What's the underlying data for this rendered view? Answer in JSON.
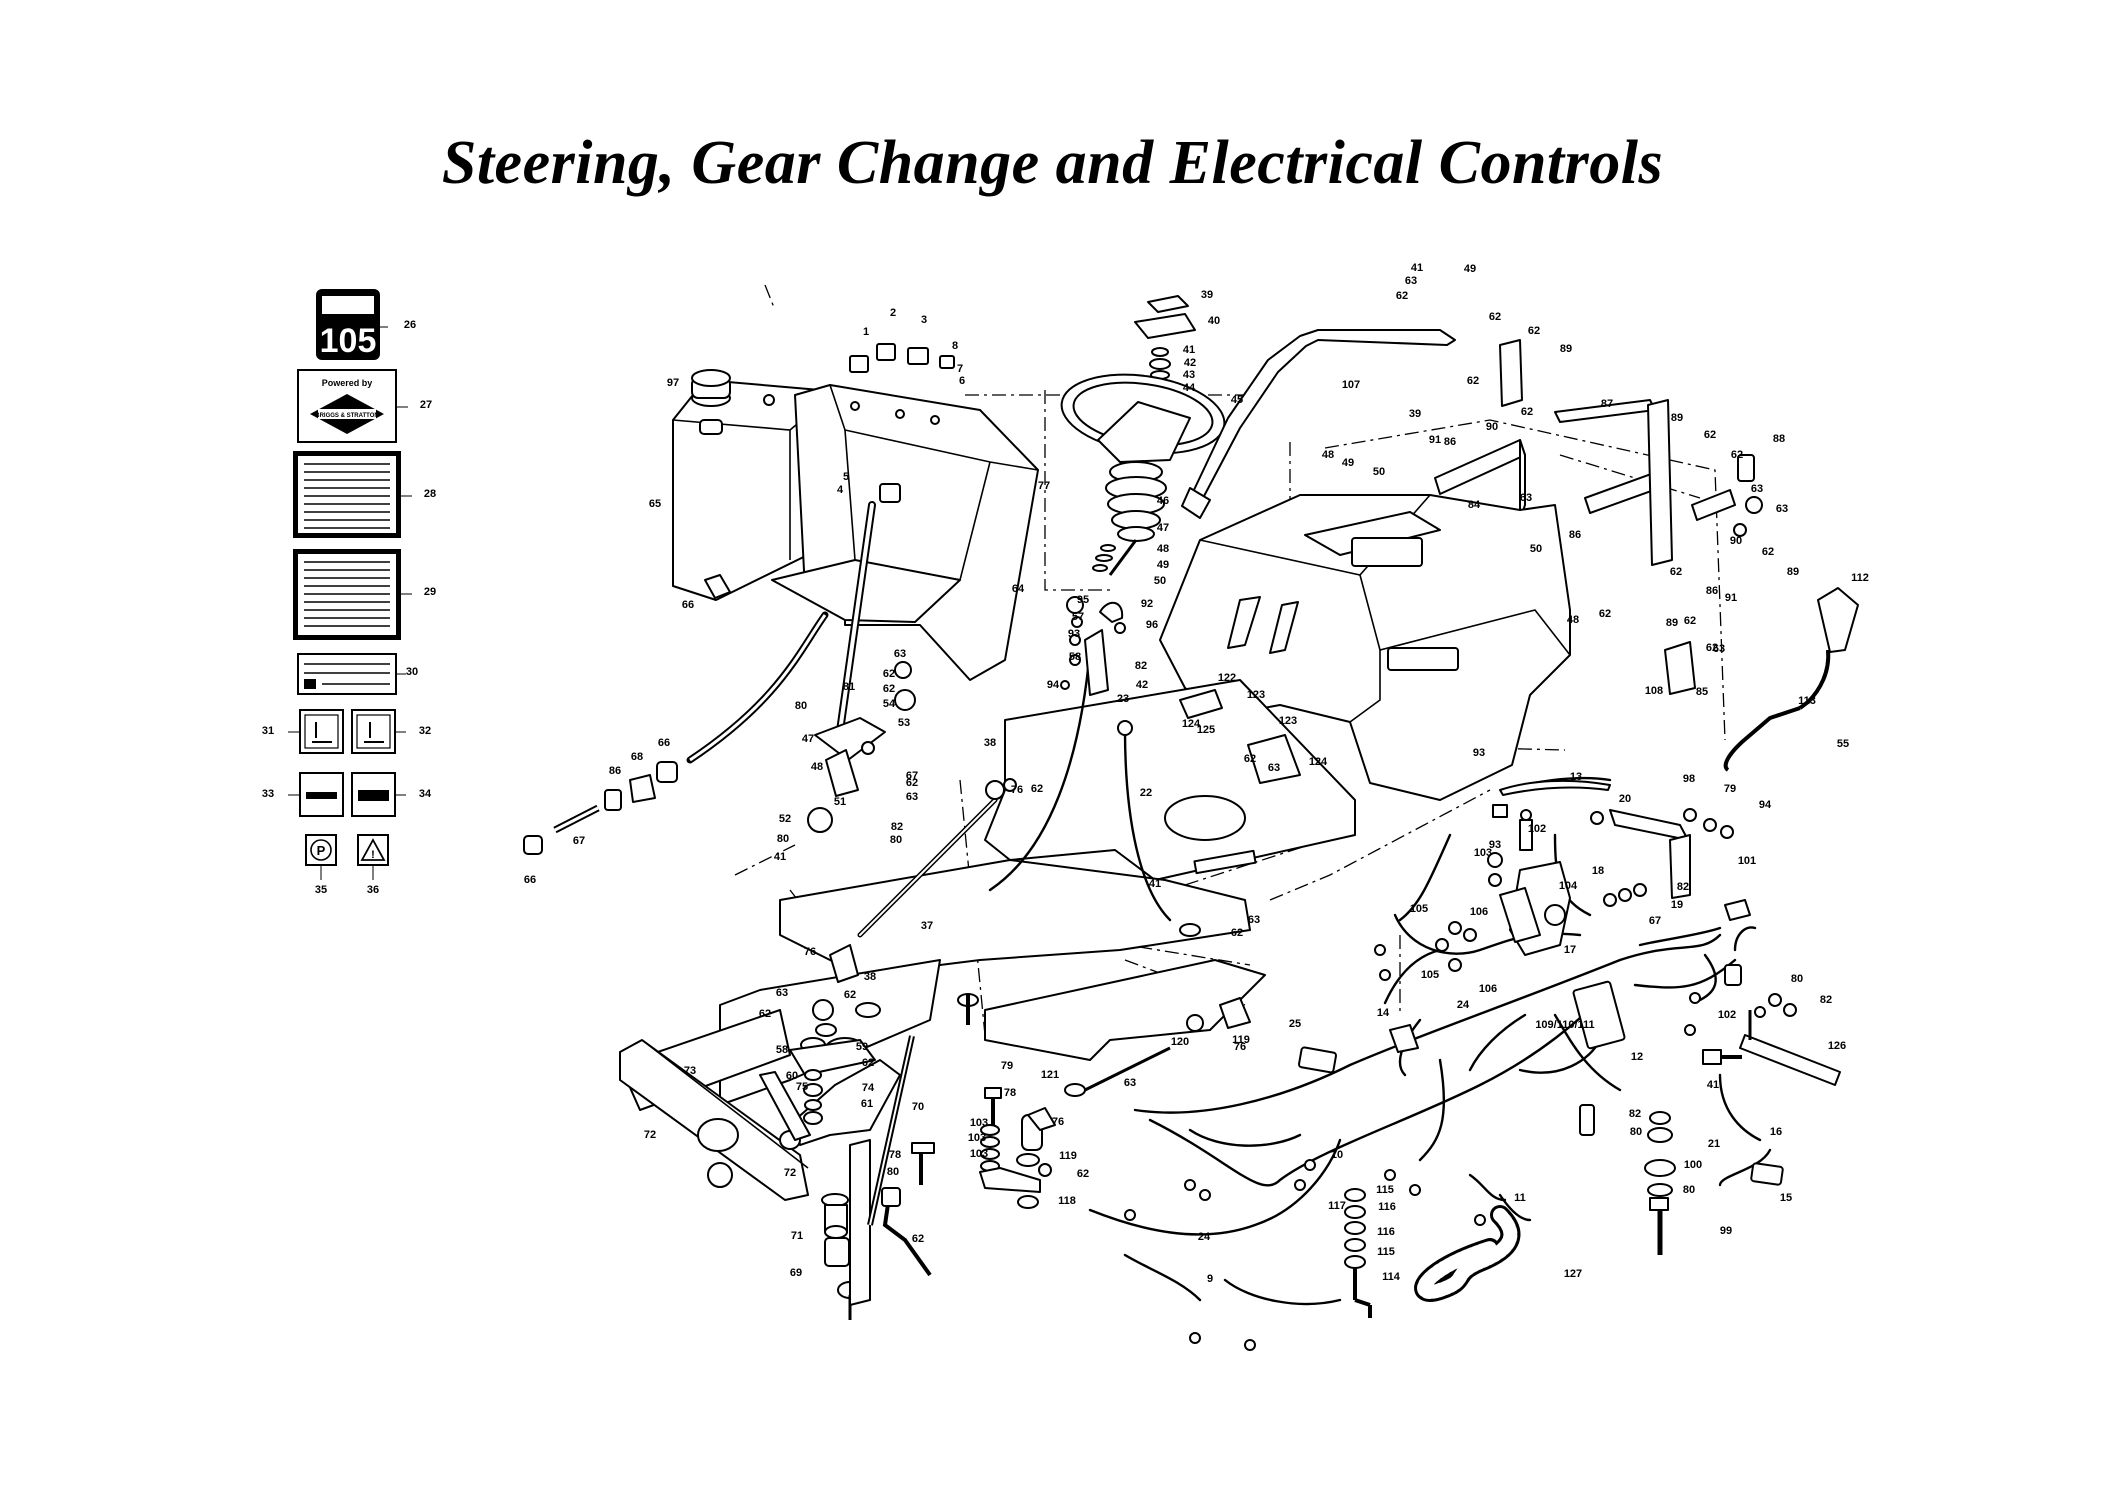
{
  "title": "Steering, Gear Change and Electrical Controls",
  "decals": {
    "model_badge": "105",
    "powered_by": "Powered by",
    "engine_brand": "BRIGGS & STRATTON",
    "parking_brake_symbol": "P",
    "warning_symbol": "!"
  },
  "callouts": [
    {
      "text": "26"
    },
    {
      "text": "27"
    },
    {
      "text": "28"
    },
    {
      "text": "29"
    },
    {
      "text": "30"
    },
    {
      "text": "31"
    },
    {
      "text": "32"
    },
    {
      "text": "33"
    },
    {
      "text": "34"
    },
    {
      "text": "35"
    },
    {
      "text": "36"
    },
    {
      "text": "1"
    },
    {
      "text": "2"
    },
    {
      "text": "3"
    },
    {
      "text": "8"
    },
    {
      "text": "7"
    },
    {
      "text": "6"
    },
    {
      "text": "97"
    },
    {
      "text": "65"
    },
    {
      "text": "5"
    },
    {
      "text": "4"
    },
    {
      "text": "64"
    },
    {
      "text": "66"
    },
    {
      "text": "39"
    },
    {
      "text": "40"
    },
    {
      "text": "41"
    },
    {
      "text": "42"
    },
    {
      "text": "43"
    },
    {
      "text": "44"
    },
    {
      "text": "45"
    },
    {
      "text": "46"
    },
    {
      "text": "47"
    },
    {
      "text": "48"
    },
    {
      "text": "49"
    },
    {
      "text": "50"
    },
    {
      "text": "41"
    },
    {
      "text": "49"
    },
    {
      "text": "63"
    },
    {
      "text": "62"
    },
    {
      "text": "107"
    },
    {
      "text": "62"
    },
    {
      "text": "62"
    },
    {
      "text": "89"
    },
    {
      "text": "39"
    },
    {
      "text": "62"
    },
    {
      "text": "91"
    },
    {
      "text": "86"
    },
    {
      "text": "90"
    },
    {
      "text": "62"
    },
    {
      "text": "87"
    },
    {
      "text": "89"
    },
    {
      "text": "62"
    },
    {
      "text": "88"
    },
    {
      "text": "62"
    },
    {
      "text": "63"
    },
    {
      "text": "63"
    },
    {
      "text": "90"
    },
    {
      "text": "62"
    },
    {
      "text": "62"
    },
    {
      "text": "86"
    },
    {
      "text": "91"
    },
    {
      "text": "89"
    },
    {
      "text": "112"
    },
    {
      "text": "77"
    },
    {
      "text": "48"
    },
    {
      "text": "49"
    },
    {
      "text": "50"
    },
    {
      "text": "84"
    },
    {
      "text": "63"
    },
    {
      "text": "50"
    },
    {
      "text": "86"
    },
    {
      "text": "48"
    },
    {
      "text": "62"
    },
    {
      "text": "89"
    },
    {
      "text": "62"
    },
    {
      "text": "63"
    },
    {
      "text": "62"
    },
    {
      "text": "108"
    },
    {
      "text": "85"
    },
    {
      "text": "113"
    },
    {
      "text": "95"
    },
    {
      "text": "92"
    },
    {
      "text": "57"
    },
    {
      "text": "96"
    },
    {
      "text": "93"
    },
    {
      "text": "58"
    },
    {
      "text": "94"
    },
    {
      "text": "23"
    },
    {
      "text": "82"
    },
    {
      "text": "42"
    },
    {
      "text": "122"
    },
    {
      "text": "123"
    },
    {
      "text": "123"
    },
    {
      "text": "124"
    },
    {
      "text": "125"
    },
    {
      "text": "62"
    },
    {
      "text": "63"
    },
    {
      "text": "124"
    },
    {
      "text": "93"
    },
    {
      "text": "55"
    },
    {
      "text": "63"
    },
    {
      "text": "62"
    },
    {
      "text": "62"
    },
    {
      "text": "81"
    },
    {
      "text": "54"
    },
    {
      "text": "80"
    },
    {
      "text": "53"
    },
    {
      "text": "67"
    },
    {
      "text": "47"
    },
    {
      "text": "48"
    },
    {
      "text": "62"
    },
    {
      "text": "63"
    },
    {
      "text": "51"
    },
    {
      "text": "52"
    },
    {
      "text": "82"
    },
    {
      "text": "80"
    },
    {
      "text": "80"
    },
    {
      "text": "41"
    },
    {
      "text": "38"
    },
    {
      "text": "76"
    },
    {
      "text": "62"
    },
    {
      "text": "22"
    },
    {
      "text": "66"
    },
    {
      "text": "68"
    },
    {
      "text": "86"
    },
    {
      "text": "67"
    },
    {
      "text": "66"
    },
    {
      "text": "37"
    },
    {
      "text": "41"
    },
    {
      "text": "63"
    },
    {
      "text": "62"
    },
    {
      "text": "76"
    },
    {
      "text": "38"
    },
    {
      "text": "63"
    },
    {
      "text": "62"
    },
    {
      "text": "62"
    },
    {
      "text": "59"
    },
    {
      "text": "58"
    },
    {
      "text": "62"
    },
    {
      "text": "60"
    },
    {
      "text": "75"
    },
    {
      "text": "74"
    },
    {
      "text": "61"
    },
    {
      "text": "73"
    },
    {
      "text": "72"
    },
    {
      "text": "72"
    },
    {
      "text": "71"
    },
    {
      "text": "69"
    },
    {
      "text": "70"
    },
    {
      "text": "62"
    },
    {
      "text": "78"
    },
    {
      "text": "80"
    },
    {
      "text": "79"
    },
    {
      "text": "78"
    },
    {
      "text": "103"
    },
    {
      "text": "103"
    },
    {
      "text": "103"
    },
    {
      "text": "121"
    },
    {
      "text": "76"
    },
    {
      "text": "119"
    },
    {
      "text": "62"
    },
    {
      "text": "118"
    },
    {
      "text": "63"
    },
    {
      "text": "120"
    },
    {
      "text": "76"
    },
    {
      "text": "119"
    },
    {
      "text": "25"
    },
    {
      "text": "13"
    },
    {
      "text": "20"
    },
    {
      "text": "98"
    },
    {
      "text": "79"
    },
    {
      "text": "94"
    },
    {
      "text": "101"
    },
    {
      "text": "102"
    },
    {
      "text": "93"
    },
    {
      "text": "103"
    },
    {
      "text": "104"
    },
    {
      "text": "18"
    },
    {
      "text": "82"
    },
    {
      "text": "19"
    },
    {
      "text": "67"
    },
    {
      "text": "105"
    },
    {
      "text": "106"
    },
    {
      "text": "105"
    },
    {
      "text": "106"
    },
    {
      "text": "17"
    },
    {
      "text": "14"
    },
    {
      "text": "24"
    },
    {
      "text": "109/110/111"
    },
    {
      "text": "12"
    },
    {
      "text": "80"
    },
    {
      "text": "82"
    },
    {
      "text": "102"
    },
    {
      "text": "126"
    },
    {
      "text": "41"
    },
    {
      "text": "82"
    },
    {
      "text": "80"
    },
    {
      "text": "21"
    },
    {
      "text": "16"
    },
    {
      "text": "100"
    },
    {
      "text": "80"
    },
    {
      "text": "15"
    },
    {
      "text": "99"
    },
    {
      "text": "10"
    },
    {
      "text": "115"
    },
    {
      "text": "117"
    },
    {
      "text": "116"
    },
    {
      "text": "116"
    },
    {
      "text": "115"
    },
    {
      "text": "114"
    },
    {
      "text": "11"
    },
    {
      "text": "127"
    },
    {
      "text": "24"
    },
    {
      "text": "9"
    }
  ]
}
